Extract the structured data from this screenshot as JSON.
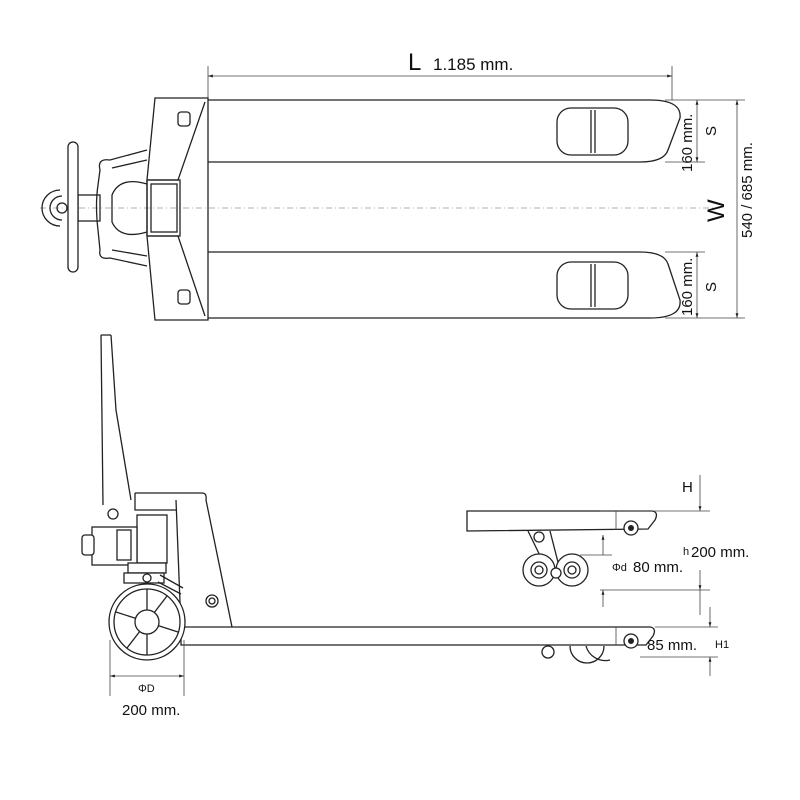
{
  "title": "Pallet truck dimension drawing",
  "top_view": {
    "length_symbol": "L",
    "length_value": "1.185 mm.",
    "fork_width_value_top": "160 mm.",
    "fork_width_symbol_top": "S",
    "fork_width_value_bottom": "160 mm.",
    "fork_width_symbol_bottom": "S",
    "overall_width_symbol": "W",
    "overall_width_value": "540 / 685 mm."
  },
  "side_view": {
    "lift_symbol": "H",
    "lift_height_prefix": "h",
    "lift_height_value": "200 mm.",
    "load_wheel_symbol": "Φd",
    "load_wheel_value": "80 mm.",
    "lowered_height_value": "85 mm.",
    "lowered_height_symbol": "H1",
    "steer_wheel_symbol": "ΦD",
    "steer_wheel_value": "200 mm."
  }
}
